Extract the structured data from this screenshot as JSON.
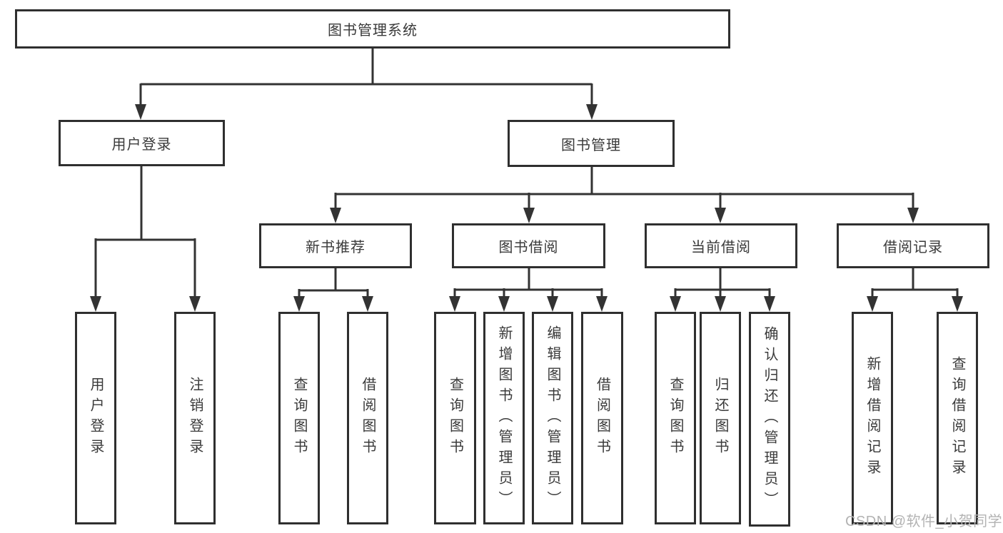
{
  "nodes": {
    "root": "图书管理系统",
    "user_login": "用户登录",
    "book_management": "图书管理",
    "new_book_recommend": "新书推荐",
    "book_borrowing": "图书借阅",
    "current_borrowing": "当前借阅",
    "borrowing_records": "借阅记录",
    "leaf_user_login": "用户登录",
    "leaf_logout": "注销登录",
    "leaf_query_books_recommend": "查询图书",
    "leaf_borrow_books_recommend": "借阅图书",
    "leaf_query_books_borrowing": "查询图书",
    "leaf_add_books_admin": "新增图书（管理员）",
    "leaf_edit_books_admin": "编辑图书（管理员）",
    "leaf_borrow_books_borrowing": "借阅图书",
    "leaf_query_books_current": "查询图书",
    "leaf_return_books": "归还图书",
    "leaf_confirm_return_admin": "确认归还（管理员）",
    "leaf_add_borrow_record": "新增借阅记录",
    "leaf_query_borrow_record": "查询借阅记录"
  },
  "watermark": {
    "text": "CSDN @软件_小贺同学"
  },
  "colors": {
    "line": "#333333",
    "box_border": "#2f2f2f",
    "text": "#3a3a3a",
    "watermark": "#b3b3b3",
    "background": "#ffffff"
  }
}
